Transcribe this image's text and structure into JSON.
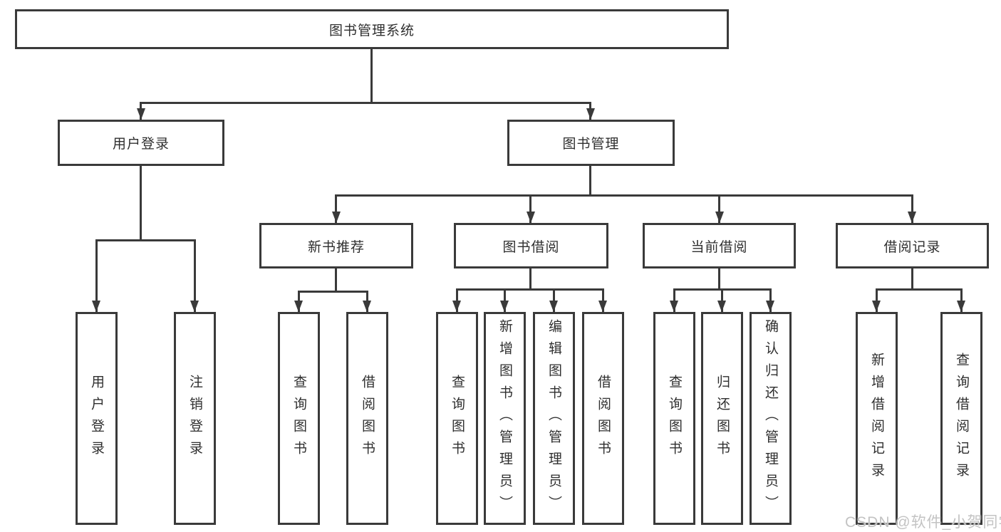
{
  "diagram": {
    "root": {
      "label": "图书管理系统"
    },
    "level2": [
      {
        "id": "user-login",
        "label": "用户登录"
      },
      {
        "id": "book-management",
        "label": "图书管理"
      }
    ],
    "level3": [
      {
        "id": "new-book-recommend",
        "label": "新书推荐"
      },
      {
        "id": "book-borrowing",
        "label": "图书借阅"
      },
      {
        "id": "current-borrowing",
        "label": "当前借阅"
      },
      {
        "id": "borrowing-records",
        "label": "借阅记录"
      }
    ],
    "leaves": [
      {
        "id": "user-login-action",
        "label": "用户登录"
      },
      {
        "id": "logout-action",
        "label": "注销登录"
      },
      {
        "id": "query-books-recommend",
        "label": "查询图书"
      },
      {
        "id": "borrow-books-recommend",
        "label": "借阅图书"
      },
      {
        "id": "query-books-borrowing",
        "label": "查询图书"
      },
      {
        "id": "add-books-admin",
        "label": "新增图书（管理员）"
      },
      {
        "id": "edit-books-admin",
        "label": "编辑图书（管理员）"
      },
      {
        "id": "borrow-books-borrowing",
        "label": "借阅图书"
      },
      {
        "id": "query-books-current",
        "label": "查询图书"
      },
      {
        "id": "return-books",
        "label": "归还图书"
      },
      {
        "id": "confirm-return-admin",
        "label": "确认归还（管理员）"
      },
      {
        "id": "add-borrow-record",
        "label": "新增借阅记录"
      },
      {
        "id": "query-borrow-record",
        "label": "查询借阅记录"
      }
    ]
  },
  "watermark": {
    "text": "CSDN @软件_小贺同学"
  }
}
